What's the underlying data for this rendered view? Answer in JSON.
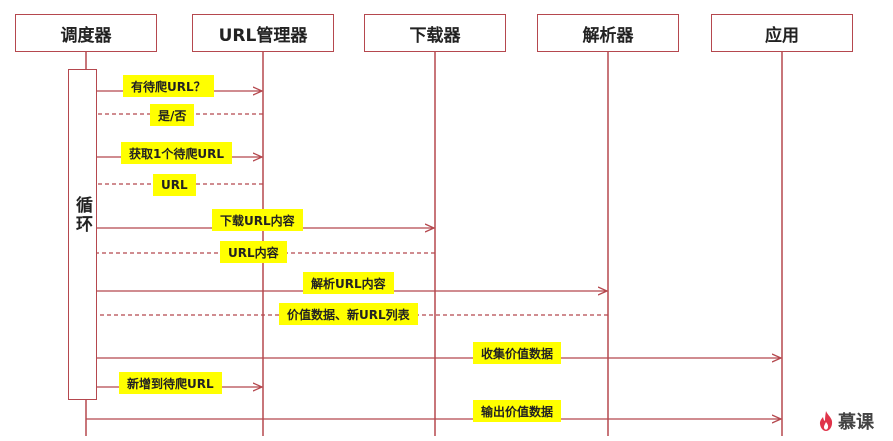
{
  "actors": [
    {
      "id": "scheduler",
      "label": "调度器"
    },
    {
      "id": "url-manager",
      "label": "URL管理器"
    },
    {
      "id": "downloader",
      "label": "下载器"
    },
    {
      "id": "parser",
      "label": "解析器"
    },
    {
      "id": "application",
      "label": "应用"
    }
  ],
  "loop": {
    "label": "循环"
  },
  "messages": [
    {
      "label": "有待爬URL？",
      "from": "scheduler",
      "to": "url-manager",
      "style": "solid"
    },
    {
      "label": "是/否",
      "from": "url-manager",
      "to": "scheduler",
      "style": "dashed"
    },
    {
      "label": "获取1个待爬URL",
      "from": "scheduler",
      "to": "url-manager",
      "style": "solid"
    },
    {
      "label": "URL",
      "from": "url-manager",
      "to": "scheduler",
      "style": "dashed"
    },
    {
      "label": "下载URL内容",
      "from": "scheduler",
      "to": "downloader",
      "style": "solid"
    },
    {
      "label": "URL内容",
      "from": "downloader",
      "to": "scheduler",
      "style": "dashed"
    },
    {
      "label": "解析URL内容",
      "from": "scheduler",
      "to": "parser",
      "style": "solid"
    },
    {
      "label": "价值数据、新URL列表",
      "from": "parser",
      "to": "scheduler",
      "style": "dashed"
    },
    {
      "label": "收集价值数据",
      "from": "scheduler",
      "to": "application",
      "style": "solid"
    },
    {
      "label": "新增到待爬URL",
      "from": "scheduler",
      "to": "url-manager",
      "style": "solid"
    },
    {
      "label": "输出价值数据",
      "from": "scheduler",
      "to": "application",
      "style": "solid"
    }
  ],
  "logo": {
    "text": "慕课",
    "icon": "flame-icon"
  },
  "colors": {
    "line": "#b5484e",
    "label_bg": "#ffff00"
  }
}
